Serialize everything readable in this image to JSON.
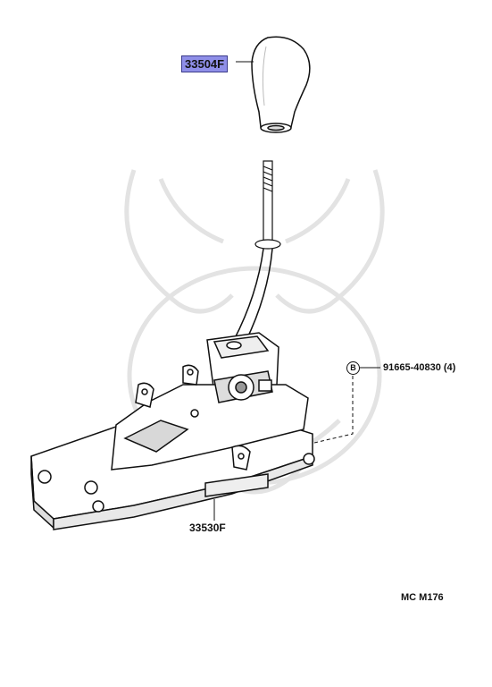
{
  "parts": {
    "knob": {
      "number": "33504F"
    },
    "bolt": {
      "number": "91665-40830 (4)",
      "marker": "B"
    },
    "housing": {
      "number": "33530F"
    }
  },
  "diagram": {
    "reference": "MC M176"
  },
  "colors": {
    "highlight": "#8f8fe8",
    "line": "#111111",
    "watermark": "#e6e6e6"
  }
}
